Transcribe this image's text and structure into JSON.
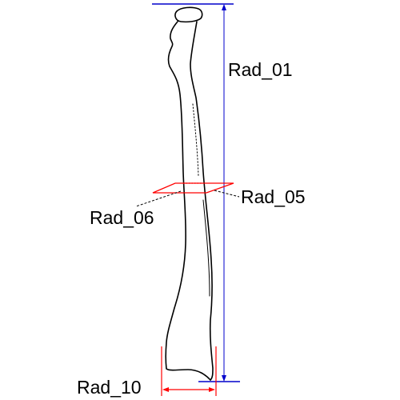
{
  "diagram": {
    "subject": "radius bone",
    "measurements": [
      {
        "id": "rad01",
        "label": "Rad_01"
      },
      {
        "id": "rad05",
        "label": "Rad_05"
      },
      {
        "id": "rad06",
        "label": "Rad_06"
      },
      {
        "id": "rad10",
        "label": "Rad_10"
      }
    ]
  },
  "colors": {
    "bone_outline": "#000000",
    "length_line": "#0000cc",
    "cross_section": "#ff0000",
    "width_marker": "#ff0000",
    "leader": "#000000"
  }
}
